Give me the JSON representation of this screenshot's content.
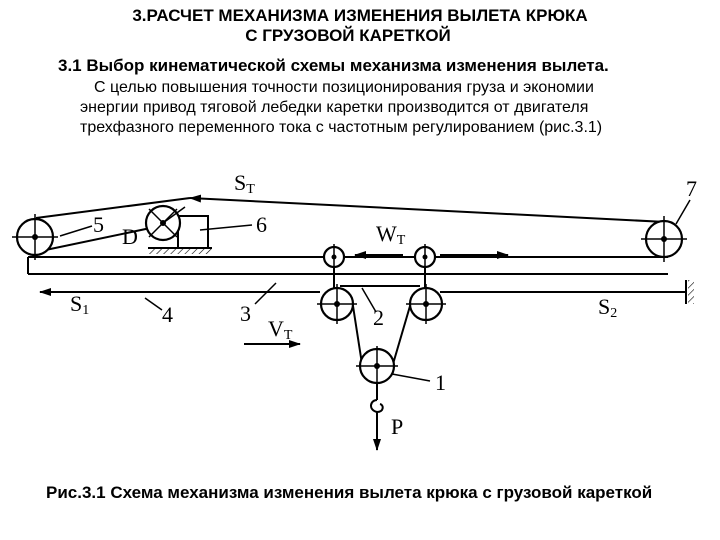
{
  "heading": {
    "line1": "3.РАСЧЕТ МЕХАНИЗМА ИЗМЕНЕНИЯ ВЫЛЕТА КРЮКА",
    "line2": "С ГРУЗОВОЙ КАРЕТКОЙ"
  },
  "subheading": "3.1 Выбор кинематической схемы механизма изменения вылета.",
  "paragraph": {
    "line1": "С целью повышения точности позиционирования груза и экономии",
    "line2": "энергии привод тяговой лебедки каретки производится от двигателя",
    "line3": "трехфазного переменного тока с частотным регулированием (рис.3.1)"
  },
  "diagram_labels": {
    "st_main": "S",
    "st_sub": "T",
    "wt_main": "W",
    "wt_sub": "T",
    "vt_main": "V",
    "vt_sub": "T",
    "s1_main": "S",
    "s1_sub": "1",
    "s2_main": "S",
    "s2_sub": "2",
    "d": "D",
    "p": "P",
    "n1": "1",
    "n2": "2",
    "n3": "3",
    "n4": "4",
    "n5": "5",
    "n6": "6",
    "n7": "7"
  },
  "caption": "Рис.3.1 Схема механизма изменения вылета крюка с грузовой кареткой"
}
